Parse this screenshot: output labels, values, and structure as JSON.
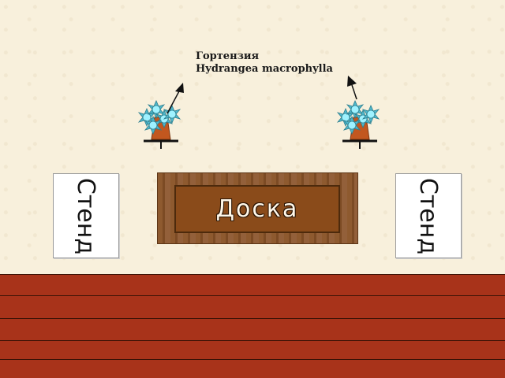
{
  "plant_label": {
    "line1": "Гортензия",
    "line2": "Hydrangea macrophylla"
  },
  "stand_left": {
    "label": "Стенд"
  },
  "stand_right": {
    "label": "Стенд"
  },
  "board": {
    "label": "Доска"
  },
  "colors": {
    "background": "#f8f0dc",
    "floor": "#a8331a",
    "board": "#8a4b1a",
    "flower": "#7fe0f0",
    "pot": "#c2571f"
  },
  "icons": [
    "hydrangea-plant-icon",
    "arrow-icon"
  ]
}
